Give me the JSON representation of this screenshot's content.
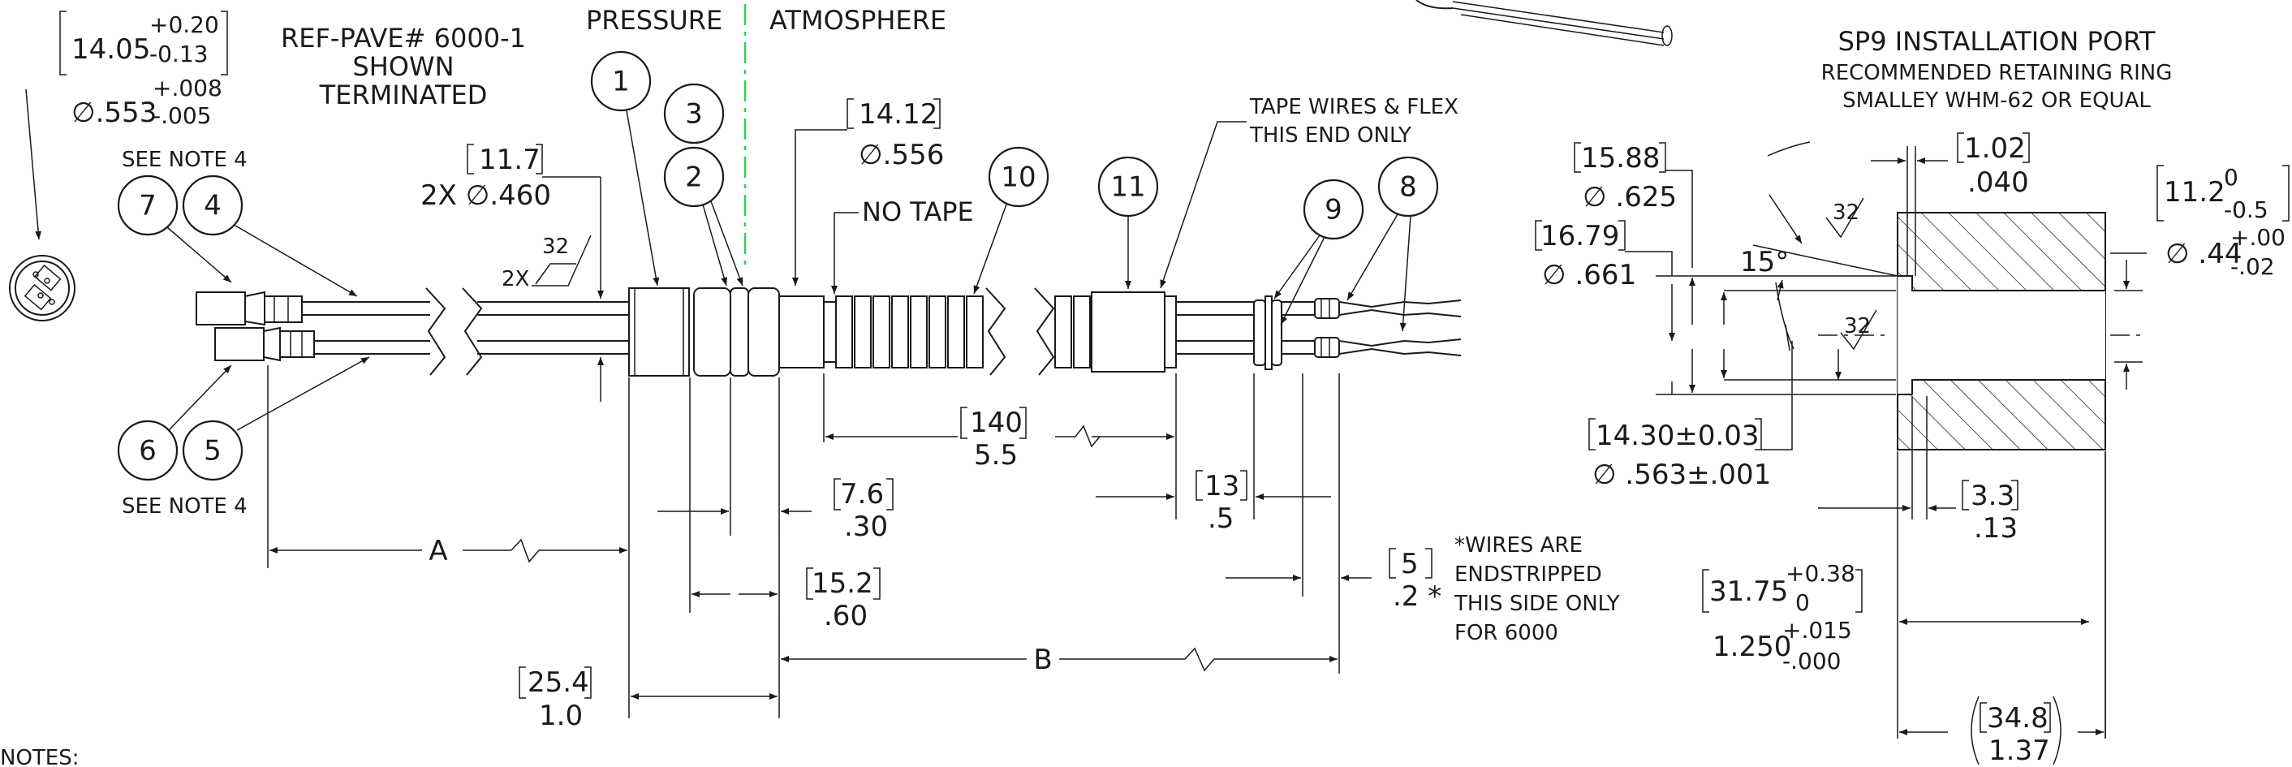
{
  "header": {
    "pressure": "PRESSURE",
    "atmosphere": "ATMOSPHERE",
    "ref_line1": "REF-PAVE# 6000-1",
    "ref_line2": "SHOWN",
    "ref_line3": "TERMINATED"
  },
  "dims": {
    "top_left_mm": "14.05",
    "top_left_mm_plus": "+0.20",
    "top_left_mm_minus": "-0.13",
    "top_left_in": "∅.553",
    "top_left_in_plus": "+.008",
    "top_left_in_minus": "-.005",
    "d11_7": "11.7",
    "d2x_460": "2X  ∅.460",
    "d32a": "32",
    "d2x": "2X",
    "d14_12": "14.12",
    "d556": "∅.556",
    "no_tape": "NO TAPE",
    "tape_line1": "TAPE WIRES & FLEX",
    "tape_line2": "THIS END ONLY",
    "d140": "140",
    "d5_5": "5.5",
    "d7_6": "7.6",
    "d30": ".30",
    "d15_2": "15.2",
    "d60": ".60",
    "d13": "13",
    "d5b": ".5",
    "d5": "5",
    "d2star": ".2 *",
    "d25_4": "25.4",
    "d1_0": "1.0",
    "dim_a": "A",
    "dim_b": "B",
    "see_note_top": "SEE NOTE 4",
    "see_note_bottom": "SEE NOTE 4",
    "note_line1": "*WIRES ARE",
    "note_line2": "ENDSTRIPPED",
    "note_line3": "THIS SIDE ONLY",
    "note_line4": "FOR 6000",
    "notes": "NOTES:"
  },
  "balloons": [
    "1",
    "2",
    "3",
    "4",
    "5",
    "6",
    "7",
    "8",
    "9",
    "10",
    "11"
  ],
  "port": {
    "title": "SP9 INSTALLATION PORT",
    "sub1": "RECOMMENDED RETAINING RING",
    "sub2": "SMALLEY WHM-62 OR EQUAL",
    "d15_88": "15.88",
    "d625": "∅ .625",
    "d16_79": "16.79",
    "d661": "∅ .661",
    "d1_02": "1.02",
    "d040": ".040",
    "d11_2": "11.2",
    "d11_2_plus": "0",
    "d11_2_minus": "-0.5",
    "d44": "∅ .44",
    "d44_plus": "+.00",
    "d44_minus": "-.02",
    "angle": "15°",
    "rough1": "32",
    "rough2": "32",
    "d14_30": "14.30±0.03",
    "d563": "∅ .563±.001",
    "d3_3": "3.3",
    "d13": ".13",
    "d31_75": "31.75",
    "d31_75_plus": "+0.38",
    "d31_75_minus": "0",
    "d1_250": "1.250",
    "d1_250_plus": "+.015",
    "d1_250_minus": "-.000",
    "d34_8": "34.8",
    "d1_37": "1.37"
  }
}
